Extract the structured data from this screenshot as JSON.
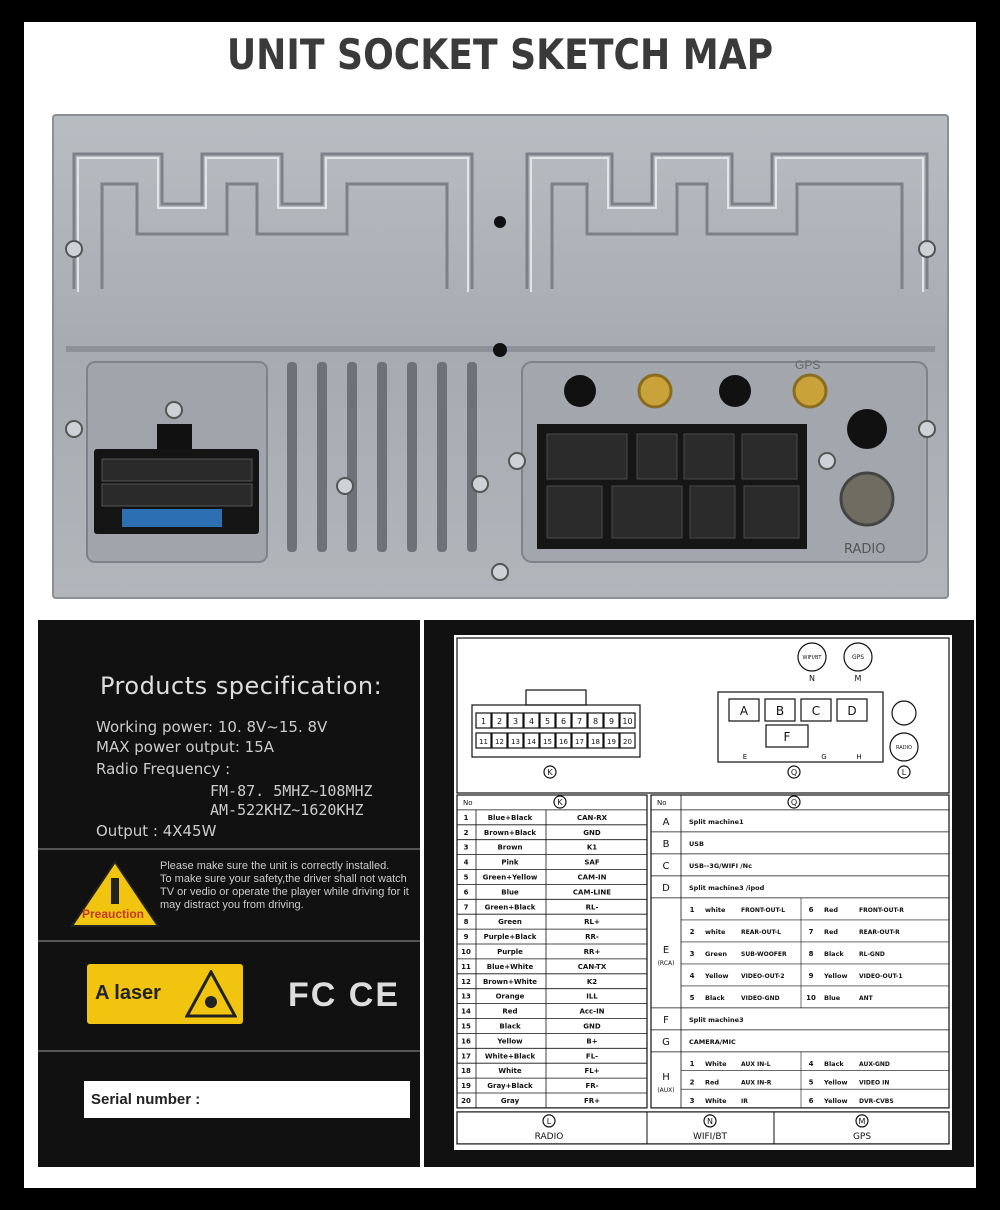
{
  "title": "UNIT SOCKET SKETCH MAP",
  "panel": {
    "gps_label": "GPS",
    "radio_label": "RADIO"
  },
  "spec": {
    "title": "Products specification:",
    "working_power": "Working power: 10. 8V~15. 8V",
    "max_power": "MAX power output:  15A",
    "radio_freq": "Radio Frequency :",
    "fm": "FM-87. 5MHZ~108MHZ",
    "am": "AM-522KHZ~1620KHZ",
    "output": "Output  :  4X45W",
    "warning": "Please make sure the unit is correctly installed.\nTo make sure your safety,the driver shall not watch TV or vedio or operate the player while driving for it may distract you from driving.",
    "preaution": "Preauction",
    "laser": "A laser",
    "fcce": "FC CE",
    "serial": "Serial number :"
  },
  "diagram": {
    "connector_nums_top": [
      "1",
      "2",
      "3",
      "4",
      "5",
      "6",
      "7",
      "8",
      "9",
      "10"
    ],
    "connector_nums_bottom": [
      "11",
      "12",
      "13",
      "14",
      "15",
      "16",
      "17",
      "18",
      "19",
      "20"
    ],
    "letter_k": "K",
    "letter_q": "Q",
    "letter_l": "L",
    "letter_n": "N",
    "letter_m": "M",
    "wifi_circle": "WIFI/BT",
    "gps_circle": "GPS",
    "radio_circle": "RADIO",
    "plug_letters": [
      "A",
      "B",
      "C",
      "D"
    ],
    "plug_f": "F",
    "plug_e": "E",
    "plug_g": "G",
    "plug_h": "H",
    "header_no": "No",
    "k_rows": [
      [
        "1",
        "Blue+Black",
        "CAN-RX"
      ],
      [
        "2",
        "Brown+Black",
        "GND"
      ],
      [
        "3",
        "Brown",
        "K1"
      ],
      [
        "4",
        "Pink",
        "SAF"
      ],
      [
        "5",
        "Green+Yellow",
        "CAM-IN"
      ],
      [
        "6",
        "Blue",
        "CAM-LINE"
      ],
      [
        "7",
        "Green+Black",
        "RL-"
      ],
      [
        "8",
        "Green",
        "RL+"
      ],
      [
        "9",
        "Purple+Black",
        "RR-"
      ],
      [
        "10",
        "Purple",
        "RR+"
      ],
      [
        "11",
        "Blue+White",
        "CAN-TX"
      ],
      [
        "12",
        "Brown+White",
        "K2"
      ],
      [
        "13",
        "Orange",
        "ILL"
      ],
      [
        "14",
        "Red",
        "Acc-IN"
      ],
      [
        "15",
        "Black",
        "GND"
      ],
      [
        "16",
        "Yellow",
        "B+"
      ],
      [
        "17",
        "White+Black",
        "FL-"
      ],
      [
        "18",
        "White",
        "FL+"
      ],
      [
        "19",
        "Gray+Black",
        "FR-"
      ],
      [
        "20",
        "Gray",
        "FR+"
      ]
    ],
    "q_rows": {
      "A": "Split machine1",
      "B": "USB",
      "C": "USB--3G/WIFI    /Nc",
      "D": "Split machine3  /ipod",
      "F": "Split machine3",
      "G": "CAMERA/MIC"
    },
    "e_label": "E",
    "e_sub": "(RCA)",
    "e_rows": [
      [
        "1",
        "white",
        "FRONT-OUT-L",
        "6",
        "Red",
        "FRONT-OUT-R"
      ],
      [
        "2",
        "white",
        "REAR-OUT-L",
        "7",
        "Red",
        "REAR-OUT-R"
      ],
      [
        "3",
        "Green",
        "SUB-WOOFER",
        "8",
        "Black",
        "RL-GND"
      ],
      [
        "4",
        "Yellow",
        "VIDEO-OUT-2",
        "9",
        "Yellow",
        "VIDEO-OUT-1"
      ],
      [
        "5",
        "Black",
        "VIDEO-GND",
        "10",
        "Blue",
        "ANT"
      ]
    ],
    "h_label": "H",
    "h_sub": "(AUX)",
    "h_rows": [
      [
        "1",
        "White",
        "AUX IN-L",
        "4",
        "Black",
        "AUX-GND"
      ],
      [
        "2",
        "Red",
        "AUX IN-R",
        "5",
        "Yellow",
        "VIDEO IN"
      ],
      [
        "3",
        "White",
        "IR",
        "6",
        "Yellow",
        "DVR-CVBS"
      ]
    ],
    "footer": [
      "RADIO",
      "WIFI/BT",
      "GPS"
    ]
  }
}
